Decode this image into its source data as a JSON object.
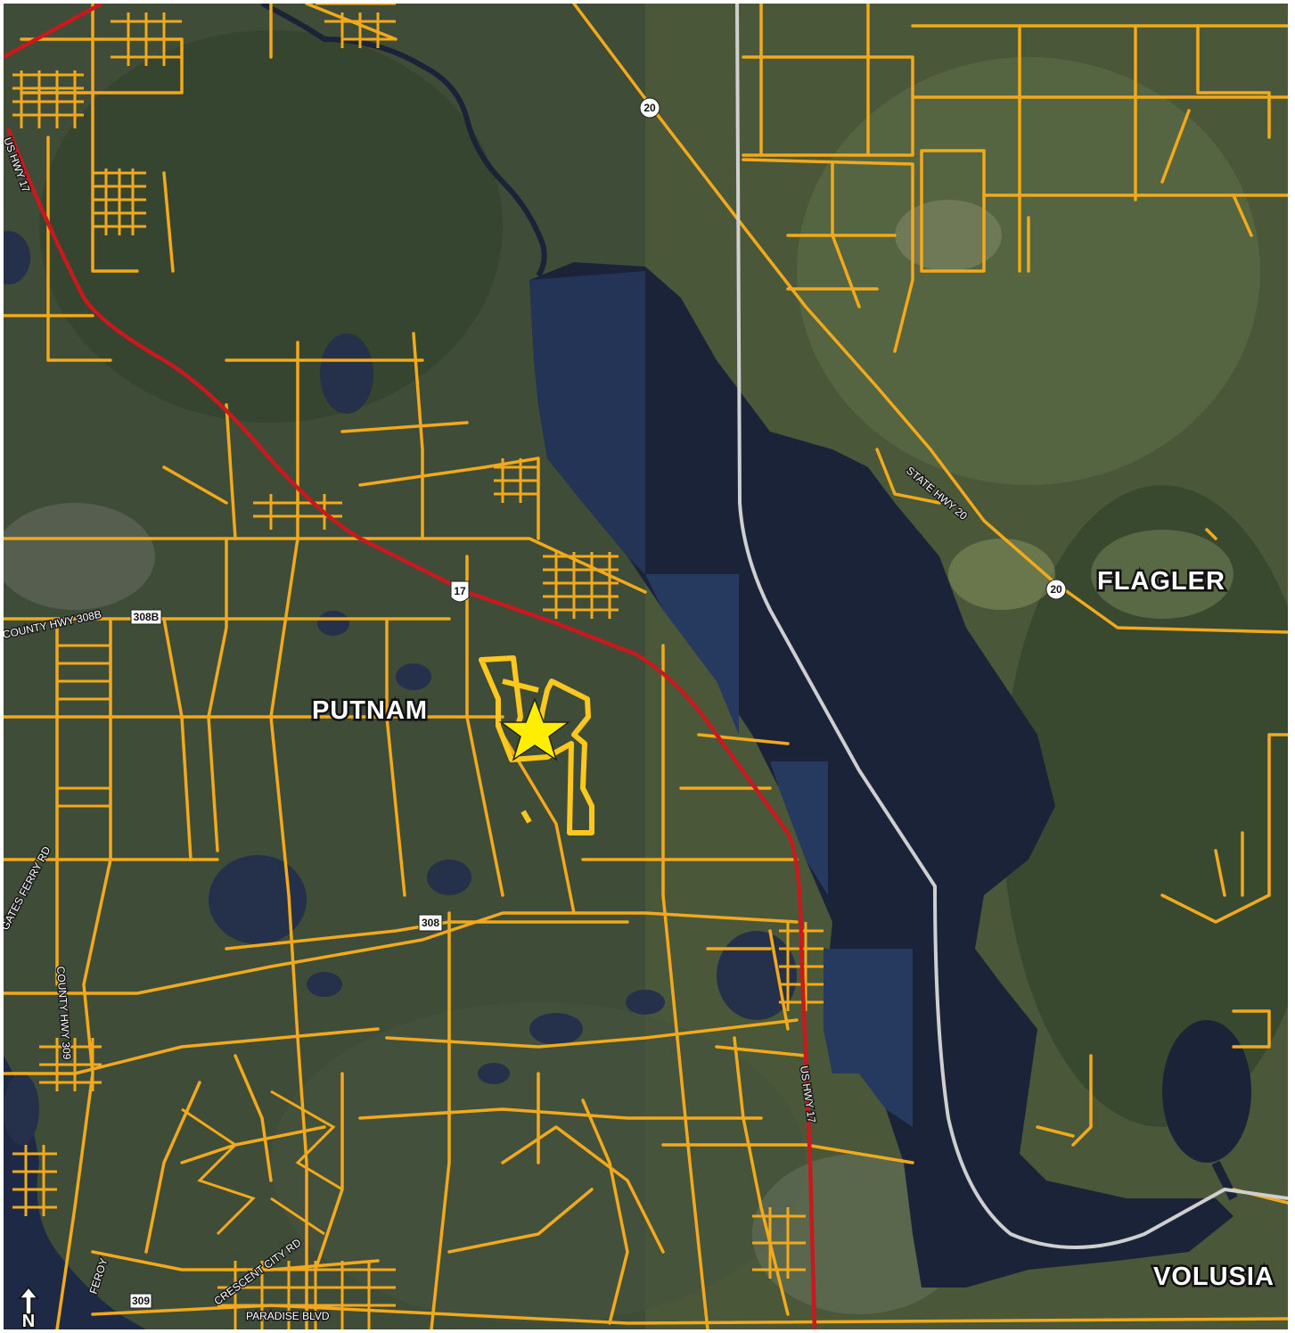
{
  "map": {
    "county_labels": {
      "putnam": "PUTNAM",
      "flagler": "FLAGLER",
      "volusia": "VOLUSIA"
    },
    "road_labels": {
      "state_hwy_20": "STATE HWY 20",
      "us_hwy_17": "US HWY 17",
      "us_hwy_17_north": "US HWY 17",
      "county_hwy_308b": "COUNTY HWY 308B",
      "gates_ferry_rd": "GATES FERRY RD",
      "county_hwy_309": "COUNTY HWY 309",
      "crescent_city_rd": "CRESCENT CITY RD",
      "paradise_blvd": "PARADISE BLVD",
      "feroy": "FEROY"
    },
    "shields": {
      "sr20_north": "20",
      "sr20_east": "20",
      "us17": "17",
      "cr308b": "308B",
      "cr308": "308",
      "cr309": "309"
    },
    "north_arrow": "N",
    "marker": "star-icon",
    "colors": {
      "roads": "#f2a91c",
      "us_highway": "#c8191f",
      "interstate_path": "#c9c9c9",
      "site_outline": "#ffc81e",
      "star_fill": "#ffee00",
      "water": "#1e2a45"
    }
  }
}
